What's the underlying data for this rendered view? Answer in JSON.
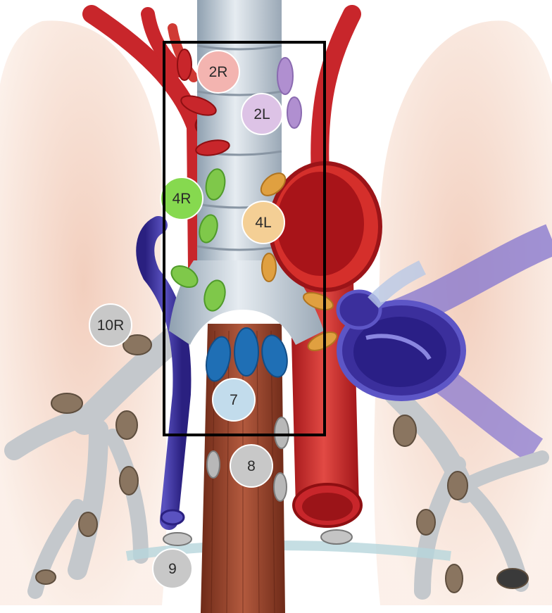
{
  "stations": [
    {
      "id": "2R",
      "label": "2R",
      "color": "#f3b4b0"
    },
    {
      "id": "2L",
      "label": "2L",
      "color": "#ddc3e6"
    },
    {
      "id": "4R",
      "label": "4R",
      "color": "#86d94f"
    },
    {
      "id": "4L",
      "label": "4L",
      "color": "#f4cf95"
    },
    {
      "id": "10R",
      "label": "10R",
      "color": "#c8c8c8"
    },
    {
      "id": "7",
      "label": "7",
      "color": "#c2dcec"
    },
    {
      "id": "8",
      "label": "8",
      "color": "#c8c8c8"
    },
    {
      "id": "9",
      "label": "9",
      "color": "#c8c8c8"
    }
  ],
  "colors": {
    "lung": "#f2d2c2",
    "trachea": "#c9d3dc",
    "artery": "#c8262b",
    "vein": "#3b2f9c",
    "esophagus": "#8d3f2a",
    "node_green": "#7fc84a",
    "node_purple": "#b08fd0",
    "node_orange": "#e0a040",
    "node_blue": "#1f6fb5",
    "node_brown": "#8a7560",
    "box": "#000000"
  }
}
